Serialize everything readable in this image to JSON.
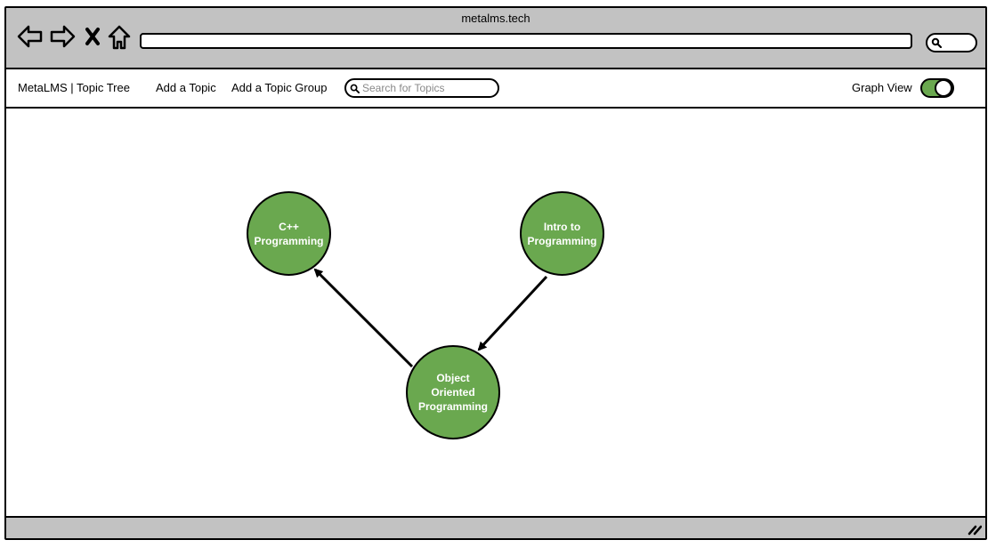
{
  "browser": {
    "title": "metalms.tech",
    "icons": [
      "back-arrow-icon",
      "forward-arrow-icon",
      "close-x-icon",
      "home-icon",
      "search-icon"
    ]
  },
  "appbar": {
    "brand": "MetaLMS | Topic Tree",
    "add_topic": "Add a Topic",
    "add_group": "Add a Topic Group",
    "search_placeholder": "Search for Topics",
    "graph_view_label": "Graph View",
    "graph_view_on": true
  },
  "graph": {
    "nodes": [
      {
        "id": "cpp",
        "label": "C++ Programming"
      },
      {
        "id": "intro",
        "label": "Intro to Programming"
      },
      {
        "id": "oop",
        "label": "Object Oriented Programming"
      }
    ],
    "edges": [
      {
        "from": "oop",
        "to": "cpp"
      },
      {
        "from": "intro",
        "to": "oop"
      }
    ],
    "node_color": "#6aa84f"
  }
}
